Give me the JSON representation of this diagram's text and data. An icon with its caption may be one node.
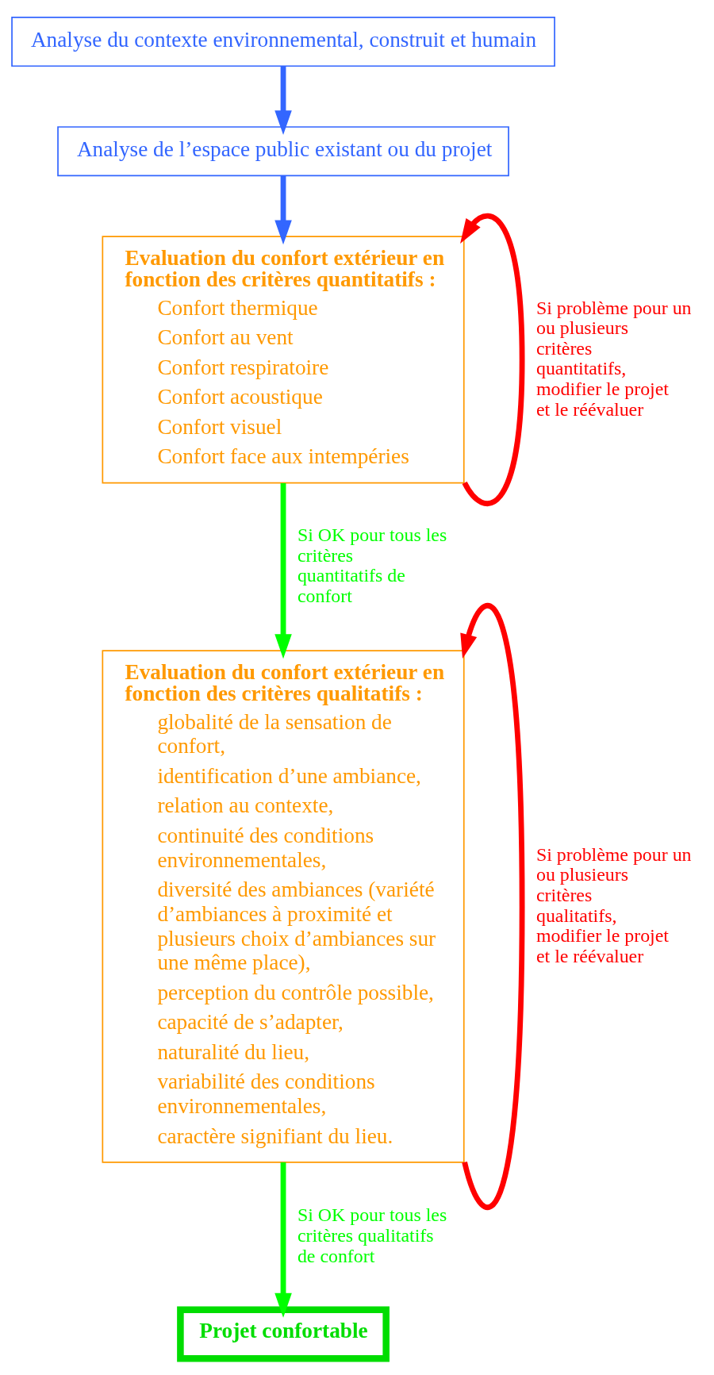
{
  "diagram": {
    "nodes": [
      {
        "text": [
          "Analyse du contexte environnemental, construit et humain"
        ]
      },
      {
        "text": [
          "Analyse de l’espace public existant ou du projet"
        ]
      },
      {
        "text": [
          "Evaluation du confort extérieur en fonction des critères quantitatifs :",
          "Confort thermique",
          "Confort au vent",
          "Confort respiratoire",
          "Confort acoustique",
          "Confort visuel",
          "Confort face aux intempéries"
        ]
      },
      {
        "text": [
          "Evaluation du confort extérieur en fonction des critères qualitatifs :",
          "globalité de la sensation de confort,",
          "identification d’une ambiance,",
          "relation au contexte,",
          "continuité des conditions environnementales,",
          "diversité des ambiances (variété d’ambiances à proximité et plusieurs choix d’ambiances sur une même place),",
          "perception du contrôle possible,",
          "capacité de s’adapter,",
          "naturalité du lieu,",
          "variabilité des conditions environnementales,",
          "caractère signifiant du lieu."
        ]
      },
      {
        "text": [
          "Projet confortable"
        ]
      }
    ],
    "edges": [
      {
        "from": 0,
        "to": 1,
        "arrow": "to",
        "color": "#3366ff"
      },
      {
        "from": 1,
        "to": 2,
        "arrow": "to",
        "color": "#3366ff"
      },
      {
        "from": 2,
        "to": 2,
        "arrow": "to",
        "color": "#ff0000",
        "label": "Si problème pour un ou plusieurs critères quantitatifs, modifier le projet et le réévaluer"
      },
      {
        "from": 2,
        "to": 3,
        "arrow": "to",
        "color": "#00ff00",
        "label": "Si OK pour tous les critères quantitatifs de confort"
      },
      {
        "from": 3,
        "to": 3,
        "arrow": "to",
        "color": "#ff0000",
        "label": "Si problème pour un ou plusieurs critères qualitatifs, modifier le projet et le réévaluer"
      },
      {
        "from": 3,
        "to": 4,
        "arrow": "to",
        "color": "#00ff00",
        "label": "Si OK pour tous les critères qualitatifs de confort"
      }
    ]
  }
}
